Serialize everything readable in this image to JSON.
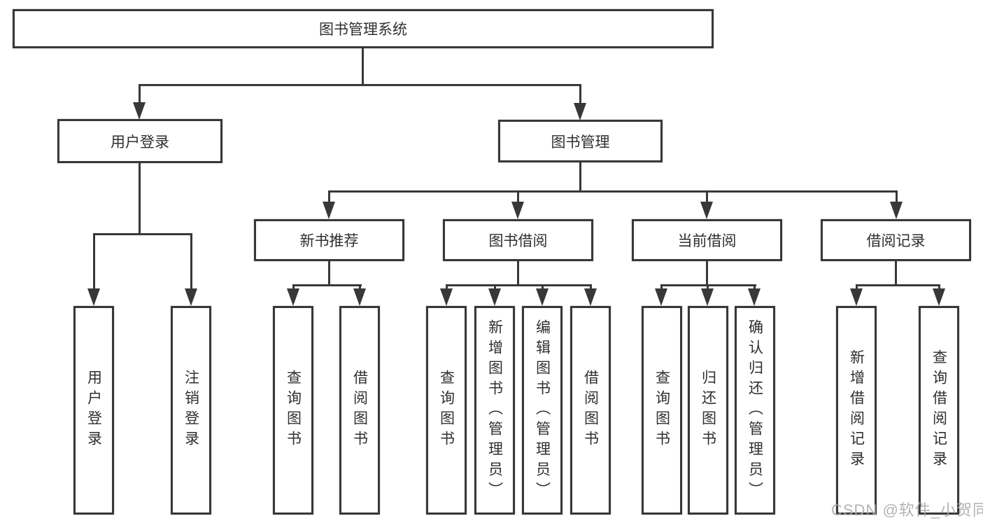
{
  "diagram_type": "tree",
  "nodes": {
    "root": {
      "label": "图书管理系统"
    },
    "level2": [
      {
        "id": "user-login",
        "label": "用户登录",
        "parent": "图书管理系统"
      },
      {
        "id": "book-management",
        "label": "图书管理",
        "parent": "图书管理系统"
      }
    ],
    "level3": [
      {
        "id": "new-book-recommend",
        "label": "新书推荐",
        "parent": "图书管理"
      },
      {
        "id": "book-borrow",
        "label": "图书借阅",
        "parent": "图书管理"
      },
      {
        "id": "current-borrow",
        "label": "当前借阅",
        "parent": "图书管理"
      },
      {
        "id": "borrow-records",
        "label": "借阅记录",
        "parent": "图书管理"
      }
    ],
    "leaves": [
      {
        "id": "user-login-leaf",
        "label": "用户登录",
        "parent": "用户登录"
      },
      {
        "id": "logout",
        "label": "注销登录",
        "parent": "用户登录"
      },
      {
        "id": "query-books-1",
        "label": "查询图书",
        "parent": "新书推荐"
      },
      {
        "id": "borrow-books-1",
        "label": "借阅图书",
        "parent": "新书推荐"
      },
      {
        "id": "query-books-2",
        "label": "查询图书",
        "parent": "图书借阅"
      },
      {
        "id": "add-book-admin",
        "label": "新增图书（管理员）",
        "parent": "图书借阅"
      },
      {
        "id": "edit-book-admin",
        "label": "编辑图书（管理员）",
        "parent": "图书借阅"
      },
      {
        "id": "borrow-books-2",
        "label": "借阅图书",
        "parent": "图书借阅"
      },
      {
        "id": "query-books-3",
        "label": "查询图书",
        "parent": "当前借阅"
      },
      {
        "id": "return-book",
        "label": "归还图书",
        "parent": "当前借阅"
      },
      {
        "id": "confirm-return-admin",
        "label": "确认归还（管理员）",
        "parent": "当前借阅"
      },
      {
        "id": "add-borrow-record",
        "label": "新增借阅记录",
        "parent": "借阅记录"
      },
      {
        "id": "query-borrow-record",
        "label": "查询借阅记录",
        "parent": "借阅记录"
      }
    ]
  },
  "watermark": {
    "text": "CSDN @软件_小贺同学"
  },
  "colors": {
    "line": "#383838",
    "text": "#2f2f2f",
    "background": "#ffffff",
    "watermark": "#aaaaae"
  }
}
